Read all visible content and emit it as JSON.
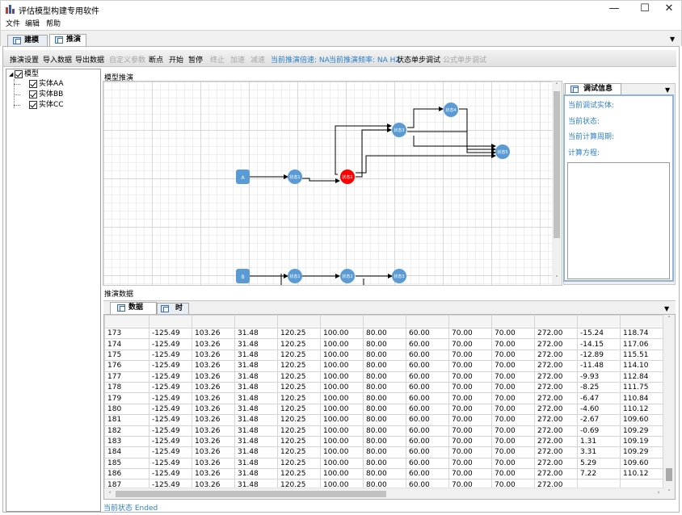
{
  "window": {
    "title": "评估模型构建专用软件",
    "minimize": "—",
    "maximize": "☐",
    "close": "✕"
  },
  "menu": [
    "文件",
    "编辑",
    "帮助"
  ],
  "outer_tabs": [
    {
      "label": "建模",
      "active": false
    },
    {
      "label": "推演",
      "active": true
    }
  ],
  "toolbar": {
    "items": [
      {
        "label": "推演设置",
        "state": "enabled"
      },
      {
        "label": "导入数据",
        "state": "enabled"
      },
      {
        "label": "导出数据",
        "state": "enabled"
      },
      {
        "label": "自定义参数",
        "state": "disabled"
      },
      {
        "label": "断点",
        "state": "enabled"
      },
      {
        "label": "开始",
        "state": "enabled"
      },
      {
        "label": "暂停",
        "state": "enabled"
      },
      {
        "label": "终止",
        "state": "disabled"
      },
      {
        "label": "加速",
        "state": "disabled"
      },
      {
        "label": "减速",
        "state": "disabled"
      },
      {
        "label": "当前推演倍速: NA",
        "state": "status"
      },
      {
        "label": "当前推演频率: NA HZ",
        "state": "status"
      },
      {
        "label": "状态单步调试",
        "state": "enabled"
      },
      {
        "label": "公式单步调试",
        "state": "disabled"
      }
    ]
  },
  "tree": {
    "root": "模型",
    "children": [
      "实体AA",
      "实体BB",
      "实体CC"
    ]
  },
  "canvas": {
    "section_label": "模型推演",
    "nodes": {
      "a": "A",
      "b": "B",
      "a_state1": "状态1",
      "a_state2": "状态2",
      "a_state3": "状态3",
      "a_state4": "状态4",
      "a_state5": "状态5",
      "b_state1": "状态1",
      "b_state2": "状态2",
      "b_state3": "状态3"
    },
    "colors": {
      "node": "#5b9bd5",
      "active_node": "#ff0000",
      "edge": "#000000"
    }
  },
  "debug": {
    "tab_label": "调试信息",
    "labels": [
      "当前调试实体:",
      "当前状态:",
      "当前计算周期:",
      "计算方程:"
    ]
  },
  "data": {
    "section_label": "推演数据",
    "tabs": [
      {
        "label": "数据",
        "active": true
      },
      {
        "label": "时序",
        "active": false
      }
    ],
    "rows": [
      [
        "173",
        "-125.49",
        "103.26",
        "31.48",
        "120.25",
        "100.00",
        "80.00",
        "60.00",
        "70.00",
        "70.00",
        "272.00",
        "-15.24",
        "118.74"
      ],
      [
        "174",
        "-125.49",
        "103.26",
        "31.48",
        "120.25",
        "100.00",
        "80.00",
        "60.00",
        "70.00",
        "70.00",
        "272.00",
        "-14.15",
        "117.06"
      ],
      [
        "175",
        "-125.49",
        "103.26",
        "31.48",
        "120.25",
        "100.00",
        "80.00",
        "60.00",
        "70.00",
        "70.00",
        "272.00",
        "-12.89",
        "115.51"
      ],
      [
        "176",
        "-125.49",
        "103.26",
        "31.48",
        "120.25",
        "100.00",
        "80.00",
        "60.00",
        "70.00",
        "70.00",
        "272.00",
        "-11.48",
        "114.10"
      ],
      [
        "177",
        "-125.49",
        "103.26",
        "31.48",
        "120.25",
        "100.00",
        "80.00",
        "60.00",
        "70.00",
        "70.00",
        "272.00",
        "-9.93",
        "112.84"
      ],
      [
        "178",
        "-125.49",
        "103.26",
        "31.48",
        "120.25",
        "100.00",
        "80.00",
        "60.00",
        "70.00",
        "70.00",
        "272.00",
        "-8.25",
        "111.75"
      ],
      [
        "179",
        "-125.49",
        "103.26",
        "31.48",
        "120.25",
        "100.00",
        "80.00",
        "60.00",
        "70.00",
        "70.00",
        "272.00",
        "-6.47",
        "110.84"
      ],
      [
        "180",
        "-125.49",
        "103.26",
        "31.48",
        "120.25",
        "100.00",
        "80.00",
        "60.00",
        "70.00",
        "70.00",
        "272.00",
        "-4.60",
        "110.12"
      ],
      [
        "181",
        "-125.49",
        "103.26",
        "31.48",
        "120.25",
        "100.00",
        "80.00",
        "60.00",
        "70.00",
        "70.00",
        "272.00",
        "-2.67",
        "109.60"
      ],
      [
        "182",
        "-125.49",
        "103.26",
        "31.48",
        "120.25",
        "100.00",
        "80.00",
        "60.00",
        "70.00",
        "70.00",
        "272.00",
        "-0.69",
        "109.29"
      ],
      [
        "183",
        "-125.49",
        "103.26",
        "31.48",
        "120.25",
        "100.00",
        "80.00",
        "60.00",
        "70.00",
        "70.00",
        "272.00",
        "1.31",
        "109.19"
      ],
      [
        "184",
        "-125.49",
        "103.26",
        "31.48",
        "120.25",
        "100.00",
        "80.00",
        "60.00",
        "70.00",
        "70.00",
        "272.00",
        "3.31",
        "109.29"
      ],
      [
        "185",
        "-125.49",
        "103.26",
        "31.48",
        "120.25",
        "100.00",
        "80.00",
        "60.00",
        "70.00",
        "70.00",
        "272.00",
        "5.29",
        "109.60"
      ],
      [
        "186",
        "-125.49",
        "103.26",
        "31.48",
        "120.25",
        "100.00",
        "80.00",
        "60.00",
        "70.00",
        "70.00",
        "272.00",
        "7.22",
        "110.12"
      ],
      [
        "187",
        "-125.49",
        "103.26",
        "31.48",
        "120.25",
        "100.00",
        "80.00",
        "60.00",
        "70.00",
        "70.00",
        "272.00",
        "",
        ""
      ]
    ]
  },
  "status": "当前状态 Ended"
}
